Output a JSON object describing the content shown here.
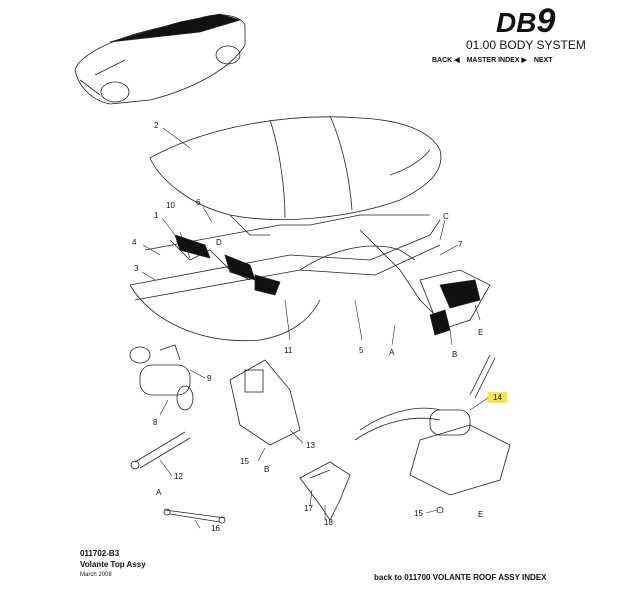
{
  "header": {
    "logo_text": "DB",
    "logo_number": "9",
    "section_title": "01.00 BODY SYSTEM",
    "nav": [
      {
        "icon": "triangle-left",
        "label": "BACK"
      },
      {
        "icon": "triangle-left",
        "label": "MASTER INDEX"
      },
      {
        "icon": "triangle-right",
        "label": "NEXT"
      }
    ]
  },
  "footer": {
    "part_code": "011702-B3",
    "title": "Volante Top Assy",
    "date": "March 2008",
    "back_link": "back to 011700 VOLANTE ROOF ASSY INDEX"
  },
  "highlight_color": "#f7e64a",
  "callouts": [
    {
      "label": "2"
    },
    {
      "label": "10"
    },
    {
      "label": "6"
    },
    {
      "label": "1"
    },
    {
      "label": "D"
    },
    {
      "label": "4"
    },
    {
      "label": "3"
    },
    {
      "label": "C"
    },
    {
      "label": "7"
    },
    {
      "label": "E"
    },
    {
      "label": "11"
    },
    {
      "label": "5"
    },
    {
      "label": "A"
    },
    {
      "label": "B"
    },
    {
      "label": "9"
    },
    {
      "label": "8"
    },
    {
      "label": "12"
    },
    {
      "label": "A"
    },
    {
      "label": "16"
    },
    {
      "label": "13"
    },
    {
      "label": "15"
    },
    {
      "label": "B"
    },
    {
      "label": "17"
    },
    {
      "label": "18"
    },
    {
      "label": "14"
    },
    {
      "label": "15"
    },
    {
      "label": "E"
    }
  ]
}
